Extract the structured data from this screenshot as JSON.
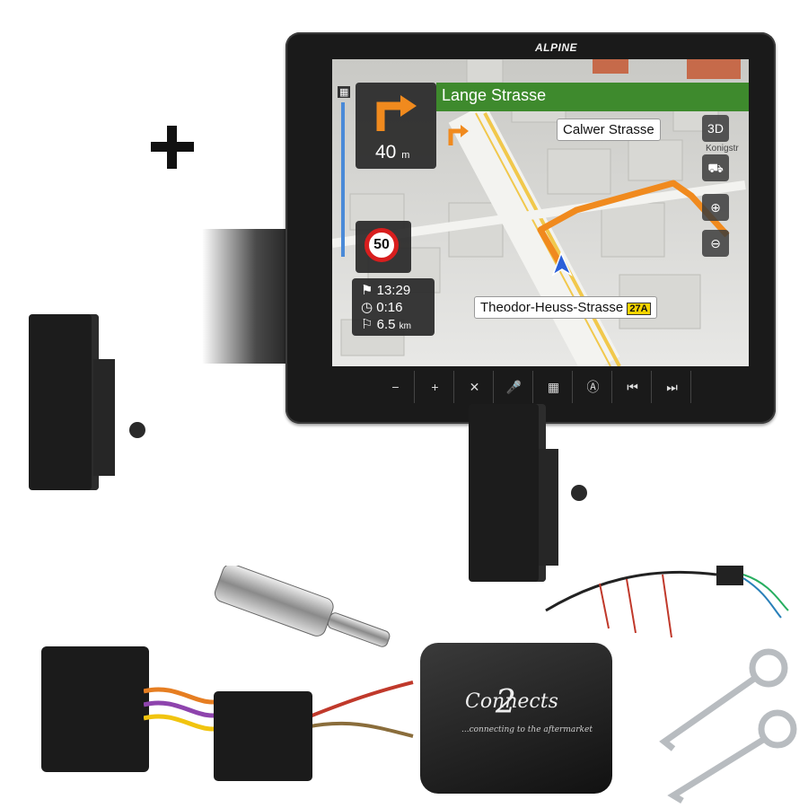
{
  "brand": "ALPINE",
  "navigation": {
    "current_street": "Lange Strasse",
    "turn_distance": "40",
    "turn_distance_unit": "m",
    "callout_street": "Calwer Strasse",
    "destination_street": "Theodor-Heuss-Strasse",
    "route_badge": "27A",
    "speed_limit": "50",
    "arrival_time": "13:29",
    "remaining_time": "0:16",
    "remaining_distance": "6.5",
    "remaining_distance_unit": "km",
    "view_mode": "3D",
    "side_label": "Konigstr"
  },
  "hardware_buttons": [
    "−",
    "+",
    "✕",
    "🎤",
    "▦",
    "Ⓐ",
    "⏮",
    "⏭"
  ],
  "connects2": {
    "logo": "Connects",
    "logo_number": "2",
    "tagline": "...connecting to the aftermarket"
  },
  "colors": {
    "route": "#f08a1e",
    "nav_green": "#3e8a2d",
    "speed_ring": "#d81e1e"
  }
}
